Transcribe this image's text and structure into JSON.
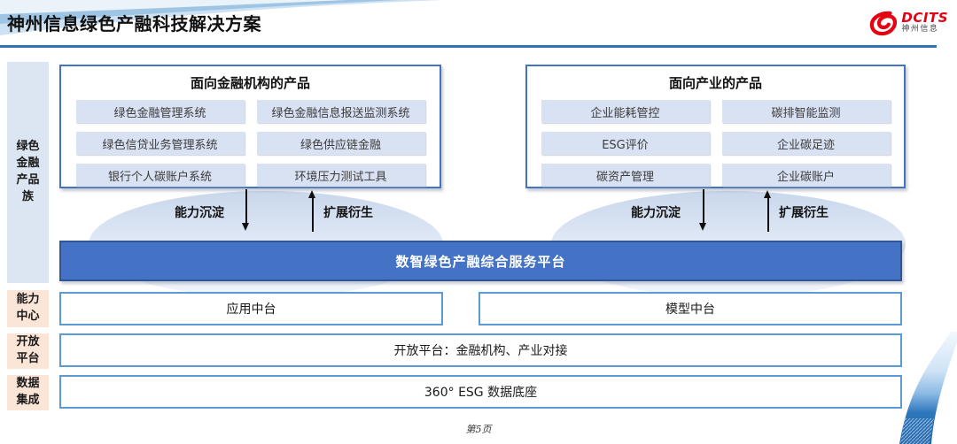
{
  "header": {
    "title": "神州信息绿色产融科技解决方案",
    "logo": {
      "brand": "DCITS",
      "brand_cn": "神州信息"
    }
  },
  "sidebar": {
    "items": [
      {
        "label": "绿色金融产品族"
      },
      {
        "label": "能力中心"
      },
      {
        "label": "开放平台"
      },
      {
        "label": "数据集成"
      }
    ]
  },
  "product_groups": [
    {
      "title": "面向金融机构的产品",
      "items": [
        "绿色金融管理系统",
        "绿色金融信息报送监测系统",
        "绿色信贷业务管理系统",
        "绿色供应链金融",
        "银行个人碳账户系统",
        "环境压力测试工具"
      ]
    },
    {
      "title": "面向产业的产品",
      "items": [
        "企业能耗管控",
        "碳排智能监测",
        "ESG评价",
        "企业碳足迹",
        "碳资产管理",
        "企业碳账户"
      ]
    }
  ],
  "flow_labels": {
    "sink": "能力沉淀",
    "derive": "扩展衍生"
  },
  "platform_banner": "数智绿色产融综合服务平台",
  "capability_boxes": [
    "应用中台",
    "模型中台"
  ],
  "open_platform_box": "开放平台：金融机构、产业对接",
  "data_box": "360° ESG 数据底座",
  "footer": {
    "page_number": "第5页"
  },
  "colors": {
    "banner_blue": "#4472c4",
    "banner_border": "#2f5597",
    "row_border_blue": "#5b9bd5",
    "item_fill": "#d9e2f3",
    "sidebar_blue": "#dce6f2",
    "sidebar_peach": "#fbe5d6",
    "header_line": "#2e74b5",
    "brand_red": "#e60012"
  }
}
